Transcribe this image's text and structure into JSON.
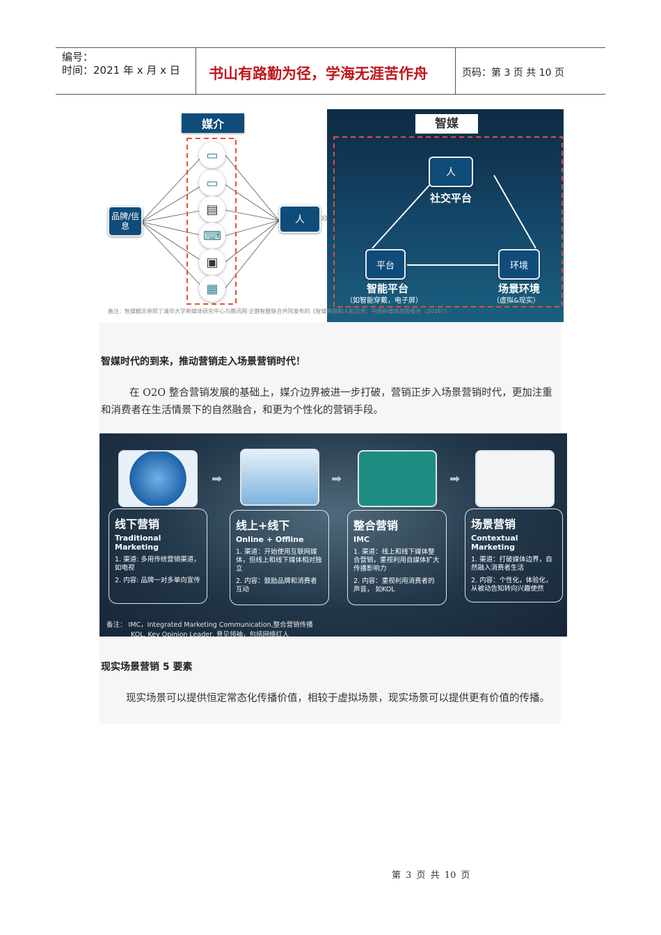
{
  "header": {
    "number_label": "编号：",
    "time_label": "时间：2021 年 x 月 x 日",
    "motto": "书山有路勤为径，学海无涯苦作舟",
    "page_label": "页码：第 3 页  共 10 页"
  },
  "figure1": {
    "left_title": "媒介",
    "brand": "品牌/信息",
    "person": "人",
    "media_icons": [
      "billboard-icon",
      "tv-icon",
      "newspaper-icon",
      "laptop-icon",
      "radio-icon",
      "tablet-icon"
    ],
    "right_title": "智媒",
    "top_node": "人",
    "top_label": "社交平台",
    "left_node": "平台",
    "left_label": "智能平台",
    "left_sub": "（如智能穿戴，电子屏）",
    "right_node": "环境",
    "right_label": "场景环境",
    "right_sub": "（虚拟&现实）",
    "note": "备注：智媒概念参照了清华大学新媒体研究中心与腾讯网·企鹅智酷联合共同发布的《智媒来临和人机边界：中国新媒体趋势报告（2016）》"
  },
  "section1": {
    "heading": "智媒时代的到来，推动营销走入场景营销时代！",
    "paragraph": "在 O2O 整合营销发展的基础上，媒介边界被进一步打破，营销正步入场景营销时代，更加注重和消费者在生活情景下的自然融合，和更为个性化的营销手段。"
  },
  "figure2": {
    "panels": [
      {
        "title": "线下营销",
        "subtitle": "Traditional Marketing",
        "items": [
          "1. 渠道: 多用传统营销渠道，如电视",
          "2. 内容: 品牌一对多单向宣传"
        ]
      },
      {
        "title": "线上+线下",
        "subtitle": "Online + Offline",
        "items": [
          "1. 渠道：开始使用互联网媒体，但线上和线下媒体相对独立",
          "2. 内容：鼓励品牌和消费者互动"
        ]
      },
      {
        "title": "整合营销",
        "subtitle": "IMC",
        "items": [
          "1. 渠道：线上和线下媒体整合营销，重视利用自媒体扩大传播影响力",
          "2. 内容：重视利用消费者的声音， 如KOL"
        ]
      },
      {
        "title": "场景营销",
        "subtitle": "Contextual Marketing",
        "items": [
          "1. 渠道：打破媒体边界，自然融入消费者生活",
          "2. 内容：个性化，体验化，从被动告知转向兴趣使然"
        ]
      }
    ],
    "note_line1": "备注： IMC，Integrated Marketing Communication,整合营销传播",
    "note_line2": "KOL, Key Opinion Leader, 意见领袖，包括网络红人"
  },
  "section2": {
    "heading": "现实场景营销 5 要素",
    "paragraph": "现实场景可以提供恒定常态化传播价值，相较于虚拟场景，现实场景可以提供更有价值的传播。"
  },
  "footer": "第 3 页 共 10 页",
  "colors": {
    "motto": "#c0161b",
    "navy": "#0f4c7a",
    "dashed": "#e0522d"
  }
}
